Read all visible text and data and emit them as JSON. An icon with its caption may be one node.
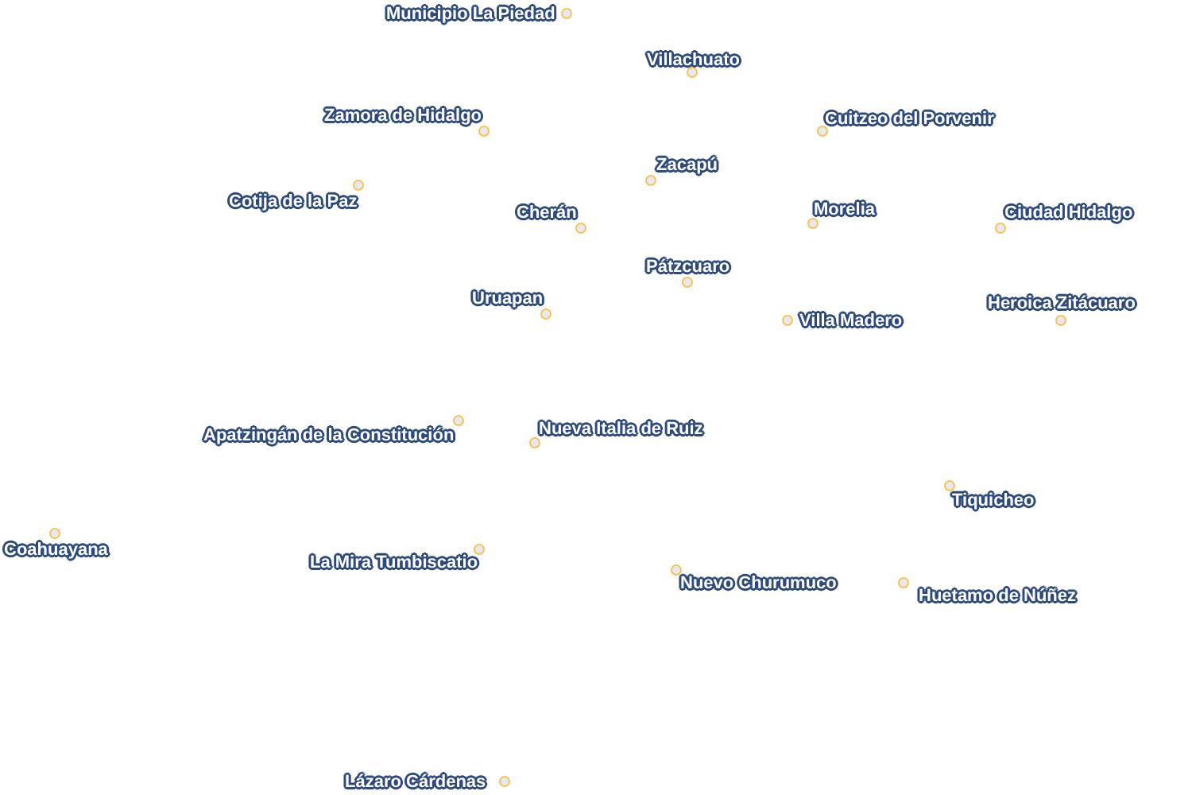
{
  "diagram": {
    "labels": [
      "Municipio La Piedad",
      "Villachuato",
      "Cuitzeo del Porvenir",
      "Zamora de Hidalgo",
      "Zacapú",
      "Cotija de la Paz",
      "Morelia",
      "Cherán",
      "Ciudad Hidalgo",
      "Pátzcuaro",
      "Uruapan",
      "Heroica Zitácuaro",
      "Villa Madero",
      "Apatzingán de la Constitución",
      "Nueva Italia de Ruiz",
      "Tiquicheo",
      "Coahuayana",
      "La Mira Tumbiscatio",
      "Nuevo Churumuco",
      "Huetamo de Núñez",
      "Lázaro Cárdenas"
    ]
  }
}
